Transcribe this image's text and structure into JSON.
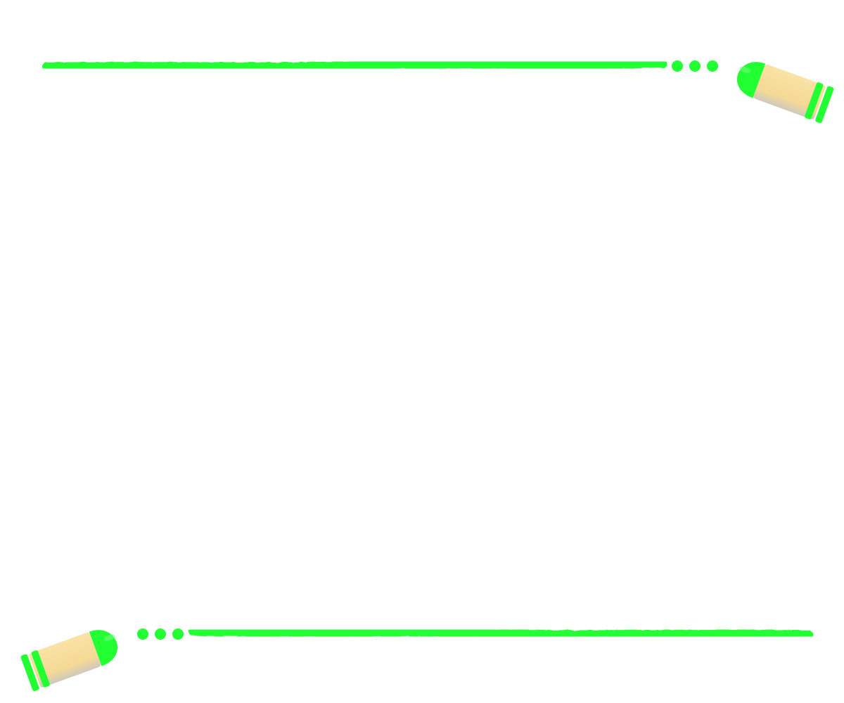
{
  "colors": {
    "stroke": "#22ff33",
    "crayon_body": "#f7dd9a",
    "crayon_shadow": "#c9c3b8",
    "background": "#ffffff"
  },
  "decorations": {
    "top_border": {
      "kind": "crayon-drawn-line",
      "trailing_dots": 3,
      "crayon": "right"
    },
    "bottom_border": {
      "kind": "crayon-drawn-line",
      "leading_dots": 3,
      "crayon": "left"
    }
  }
}
